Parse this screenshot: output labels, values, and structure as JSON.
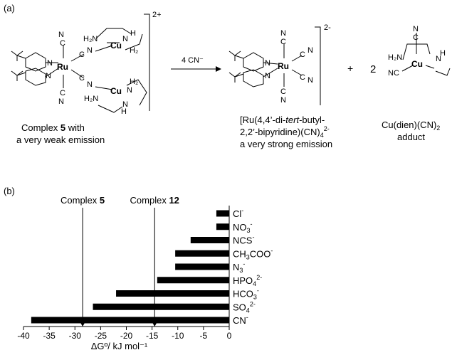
{
  "panel_a": {
    "label": "(a)",
    "charge_left": "2+",
    "charge_mid": "2-",
    "arrow_reagent": "4 CN⁻",
    "plus": "+",
    "coef": "2",
    "complex5": {
      "line1_pre": "Complex ",
      "line1_bold": "5",
      "line1_post": " with",
      "line2": "a very weak emission"
    },
    "product": {
      "line1_pre": "[Ru(4,4’-di-",
      "line1_italic": "tert",
      "line1_post": "-butyl-",
      "line2": "2,2’-bipyridine)(CN)",
      "line2_sub": "4",
      "line2_charge": "2-",
      "line3": "a very strong emission"
    },
    "adduct": {
      "line1": "Cu(dien)(CN)",
      "line1_sub": "2",
      "line2": "adduct"
    },
    "atoms": {
      "Ru": "Ru",
      "Cu": "Cu",
      "N": "N",
      "C": "C",
      "H2N": "H₂N",
      "H2": "H₂",
      "H": "H",
      "NC": "NC"
    }
  },
  "panel_b": {
    "label": "(b)"
  },
  "chart_data": {
    "type": "bar",
    "orientation": "horizontal",
    "categories": [
      {
        "base": "Cl",
        "sub": "",
        "sup": "-"
      },
      {
        "base": "NO",
        "sub": "3",
        "sup": "-"
      },
      {
        "base": "NCS",
        "sub": "",
        "sup": "-"
      },
      {
        "base": "CH",
        "sub": "3",
        "rest": "COO",
        "sup": "-"
      },
      {
        "base": "N",
        "sub": "3",
        "sup": "-"
      },
      {
        "base": "HPO",
        "sub": "4",
        "sup": "2-"
      },
      {
        "base": "HCO",
        "sub": "3",
        "sup": "-"
      },
      {
        "base": "SO",
        "sub": "4",
        "sup": "2-"
      },
      {
        "base": "CN",
        "sub": "",
        "sup": "-"
      }
    ],
    "values": [
      -2.5,
      -2.5,
      -7.5,
      -10.5,
      -10.5,
      -14,
      -22,
      -26.5,
      -38.5
    ],
    "xlim": [
      -40,
      0
    ],
    "xticks": [
      "-40",
      "-35",
      "-30",
      "-25",
      "-20",
      "-15",
      "-10",
      "-5",
      "0"
    ],
    "xtick_values": [
      -40,
      -35,
      -30,
      -25,
      -20,
      -15,
      -10,
      -5,
      0
    ],
    "xlabel": "ΔGº/ kJ mol⁻¹",
    "reference_lines": [
      {
        "label_pre": "Complex ",
        "label_bold": "5",
        "value": -28.5
      },
      {
        "label_pre": "Complex ",
        "label_bold": "12",
        "value": -14.5
      }
    ],
    "bar_color": "#000000"
  }
}
